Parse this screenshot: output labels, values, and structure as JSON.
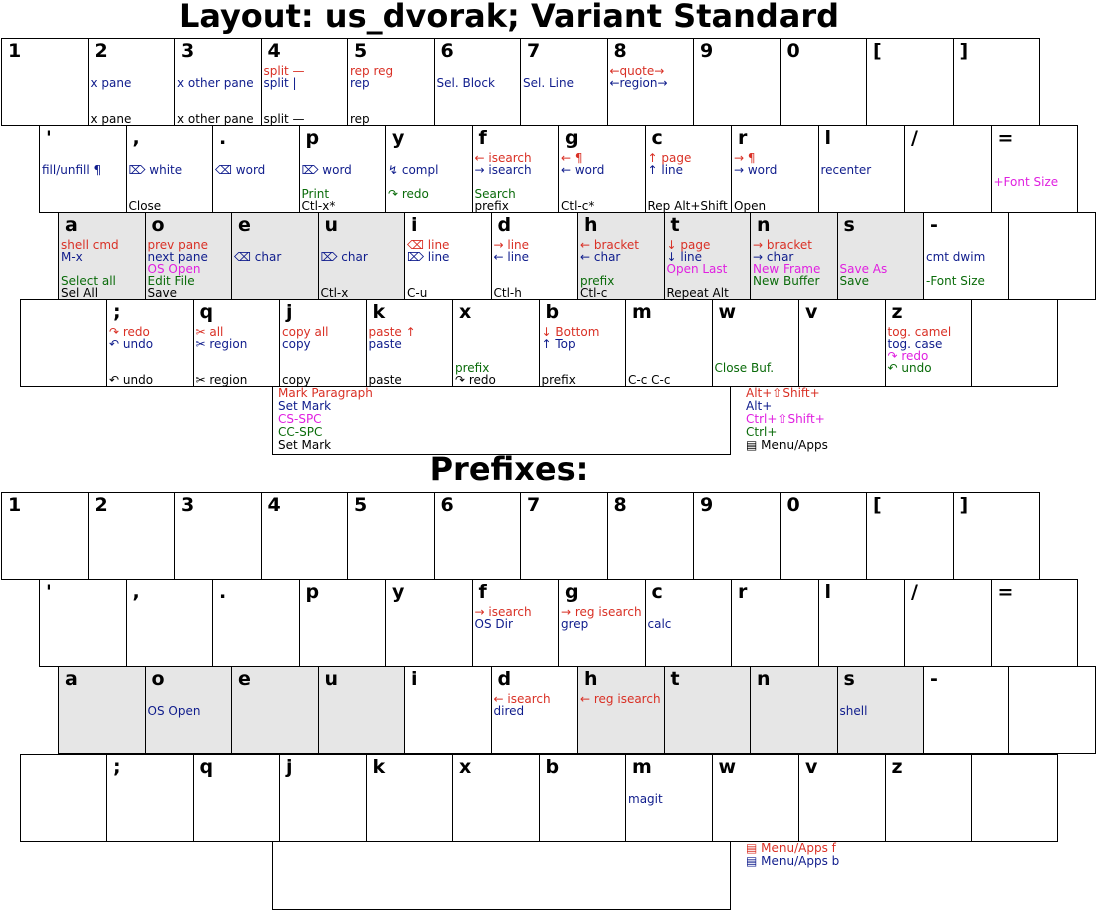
{
  "title": "Layout: us_dvorak; Variant Standard",
  "prefixes_title": "Prefixes:",
  "colors": {
    "red": "#d93025",
    "blue": "#0f1c8c",
    "magenta": "#e020e0",
    "green": "#0a6b0a",
    "black": "#000000",
    "shade": "#e6e6e6"
  },
  "main": {
    "row1": [
      {
        "k": "1",
        "ann": []
      },
      {
        "k": "2",
        "ann": [
          {
            "t": "x pane",
            "c": "blue",
            "y": 1
          },
          {
            "t": "x pane",
            "c": "black",
            "y": 4
          }
        ]
      },
      {
        "k": "3",
        "ann": [
          {
            "t": "x other pane",
            "c": "blue",
            "y": 1
          },
          {
            "t": "x other pane",
            "c": "black",
            "y": 4
          }
        ]
      },
      {
        "k": "4",
        "ann": [
          {
            "t": "split —",
            "c": "red",
            "y": 0
          },
          {
            "t": "split |",
            "c": "blue",
            "y": 1
          },
          {
            "t": "split —",
            "c": "black",
            "y": 4
          }
        ]
      },
      {
        "k": "5",
        "ann": [
          {
            "t": "rep reg",
            "c": "red",
            "y": 0
          },
          {
            "t": "rep",
            "c": "blue",
            "y": 1
          },
          {
            "t": "rep",
            "c": "black",
            "y": 4
          }
        ]
      },
      {
        "k": "6",
        "ann": [
          {
            "t": "Sel. Block",
            "c": "blue",
            "y": 1
          }
        ]
      },
      {
        "k": "7",
        "ann": [
          {
            "t": "Sel. Line",
            "c": "blue",
            "y": 1
          }
        ]
      },
      {
        "k": "8",
        "ann": [
          {
            "t": "←quote→",
            "c": "red",
            "y": 0
          },
          {
            "t": "←region→",
            "c": "blue",
            "y": 1
          }
        ]
      },
      {
        "k": "9",
        "ann": []
      },
      {
        "k": "0",
        "ann": []
      },
      {
        "k": "[",
        "ann": []
      },
      {
        "k": "]",
        "ann": []
      }
    ],
    "row2": [
      {
        "k": "'",
        "ann": [
          {
            "t": "fill/unfill ¶",
            "c": "blue",
            "y": 1
          }
        ]
      },
      {
        "k": ",",
        "ann": [
          {
            "t": "⌦ white",
            "c": "blue",
            "y": 1
          },
          {
            "t": "Close",
            "c": "black",
            "y": 4
          }
        ]
      },
      {
        "k": ".",
        "ann": [
          {
            "t": "⌫ word",
            "c": "blue",
            "y": 1
          }
        ]
      },
      {
        "k": "p",
        "ann": [
          {
            "t": "⌦ word",
            "c": "blue",
            "y": 1
          },
          {
            "t": "Print",
            "c": "green",
            "y": 3
          },
          {
            "t": "Ctl-x*",
            "c": "black",
            "y": 4
          }
        ]
      },
      {
        "k": "y",
        "ann": [
          {
            "t": "↯ compl",
            "c": "blue",
            "y": 1
          },
          {
            "t": "↷ redo",
            "c": "green",
            "y": 3
          }
        ]
      },
      {
        "k": "f",
        "ann": [
          {
            "t": "← isearch",
            "c": "red",
            "y": 0
          },
          {
            "t": "→ isearch",
            "c": "blue",
            "y": 1
          },
          {
            "t": "Search",
            "c": "green",
            "y": 3
          },
          {
            "t": "prefix",
            "c": "black",
            "y": 4
          }
        ]
      },
      {
        "k": "g",
        "ann": [
          {
            "t": "← ¶",
            "c": "red",
            "y": 0
          },
          {
            "t": "← word",
            "c": "blue",
            "y": 1
          },
          {
            "t": "Ctl-c*",
            "c": "black",
            "y": 4
          }
        ]
      },
      {
        "k": "c",
        "ann": [
          {
            "t": "↑ page",
            "c": "red",
            "y": 0
          },
          {
            "t": "↑ line",
            "c": "blue",
            "y": 1
          },
          {
            "t": "Rep Alt+Shift",
            "c": "black",
            "y": 4
          }
        ]
      },
      {
        "k": "r",
        "ann": [
          {
            "t": "→ ¶",
            "c": "red",
            "y": 0
          },
          {
            "t": "→ word",
            "c": "blue",
            "y": 1
          },
          {
            "t": "Open",
            "c": "black",
            "y": 4
          }
        ]
      },
      {
        "k": "l",
        "ann": [
          {
            "t": "recenter",
            "c": "blue",
            "y": 1
          }
        ]
      },
      {
        "k": "/",
        "ann": []
      },
      {
        "k": "=",
        "ann": [
          {
            "t": "+Font Size",
            "c": "mag",
            "y": 2
          }
        ]
      }
    ],
    "row3": [
      {
        "k": "a",
        "shade": true,
        "ann": [
          {
            "t": "shell cmd",
            "c": "red",
            "y": 0
          },
          {
            "t": "M-x",
            "c": "blue",
            "y": 1
          },
          {
            "t": "Select all",
            "c": "green",
            "y": 3
          },
          {
            "t": "Sel All",
            "c": "black",
            "y": 4
          }
        ]
      },
      {
        "k": "o",
        "shade": true,
        "ann": [
          {
            "t": "prev pane",
            "c": "red",
            "y": 0
          },
          {
            "t": "next pane",
            "c": "blue",
            "y": 1
          },
          {
            "t": "OS Open",
            "c": "mag",
            "y": 2
          },
          {
            "t": "Edit File",
            "c": "green",
            "y": 3
          },
          {
            "t": "Save",
            "c": "black",
            "y": 4
          }
        ]
      },
      {
        "k": "e",
        "shade": true,
        "ann": [
          {
            "t": "⌫ char",
            "c": "blue",
            "y": 1
          }
        ]
      },
      {
        "k": "u",
        "shade": true,
        "ann": [
          {
            "t": "⌦ char",
            "c": "blue",
            "y": 1
          },
          {
            "t": "Ctl-x",
            "c": "black",
            "y": 4
          }
        ]
      },
      {
        "k": "i",
        "shade": false,
        "ann": [
          {
            "t": "⌫ line",
            "c": "red",
            "y": 0
          },
          {
            "t": "⌦ line",
            "c": "blue",
            "y": 1
          },
          {
            "t": "C-u",
            "c": "black",
            "y": 4
          }
        ]
      },
      {
        "k": "d",
        "shade": false,
        "ann": [
          {
            "t": "→ line",
            "c": "red",
            "y": 0
          },
          {
            "t": "← line",
            "c": "blue",
            "y": 1
          },
          {
            "t": "Ctl-h",
            "c": "black",
            "y": 4
          }
        ]
      },
      {
        "k": "h",
        "shade": true,
        "ann": [
          {
            "t": "← bracket",
            "c": "red",
            "y": 0
          },
          {
            "t": "← char",
            "c": "blue",
            "y": 1
          },
          {
            "t": "prefix",
            "c": "green",
            "y": 3
          },
          {
            "t": "Ctl-c",
            "c": "black",
            "y": 4
          }
        ]
      },
      {
        "k": "t",
        "shade": true,
        "ann": [
          {
            "t": "↓ page",
            "c": "red",
            "y": 0
          },
          {
            "t": "↓ line",
            "c": "blue",
            "y": 1
          },
          {
            "t": "Open Last",
            "c": "mag",
            "y": 2
          },
          {
            "t": "Repeat Alt",
            "c": "black",
            "y": 4
          }
        ]
      },
      {
        "k": "n",
        "shade": true,
        "ann": [
          {
            "t": "→ bracket",
            "c": "red",
            "y": 0
          },
          {
            "t": "→ char",
            "c": "blue",
            "y": 1
          },
          {
            "t": "New Frame",
            "c": "mag",
            "y": 2
          },
          {
            "t": "New Buffer",
            "c": "green",
            "y": 3
          }
        ]
      },
      {
        "k": "s",
        "shade": true,
        "ann": [
          {
            "t": "Save As",
            "c": "mag",
            "y": 2
          },
          {
            "t": "Save",
            "c": "green",
            "y": 3
          }
        ]
      },
      {
        "k": "-",
        "shade": false,
        "ann": [
          {
            "t": "cmt dwim",
            "c": "blue",
            "y": 1
          },
          {
            "t": "-Font Size",
            "c": "green",
            "y": 3
          }
        ]
      }
    ],
    "row4": [
      {
        "k": ";",
        "ann": [
          {
            "t": "↷ redo",
            "c": "red",
            "y": 0
          },
          {
            "t": "↶ undo",
            "c": "blue",
            "y": 1
          },
          {
            "t": "↶ undo",
            "c": "black",
            "y": 4
          }
        ]
      },
      {
        "k": "q",
        "ann": [
          {
            "t": "✂ all",
            "c": "red",
            "y": 0
          },
          {
            "t": "✂ region",
            "c": "blue",
            "y": 1
          },
          {
            "t": "✂ region",
            "c": "black",
            "y": 4
          }
        ]
      },
      {
        "k": "j",
        "ann": [
          {
            "t": "copy all",
            "c": "red",
            "y": 0
          },
          {
            "t": "copy",
            "c": "blue",
            "y": 1
          },
          {
            "t": "copy",
            "c": "black",
            "y": 4
          }
        ]
      },
      {
        "k": "k",
        "ann": [
          {
            "t": "paste ↑",
            "c": "red",
            "y": 0
          },
          {
            "t": "paste",
            "c": "blue",
            "y": 1
          },
          {
            "t": "paste",
            "c": "black",
            "y": 4
          }
        ]
      },
      {
        "k": "x",
        "ann": [
          {
            "t": "prefix",
            "c": "green",
            "y": 3
          },
          {
            "t": "↷ redo",
            "c": "black",
            "y": 4
          }
        ]
      },
      {
        "k": "b",
        "ann": [
          {
            "t": "↓ Bottom",
            "c": "red",
            "y": 0
          },
          {
            "t": "↑ Top",
            "c": "blue",
            "y": 1
          },
          {
            "t": "prefix",
            "c": "black",
            "y": 4
          }
        ]
      },
      {
        "k": "m",
        "ann": [
          {
            "t": "C-c C-c",
            "c": "black",
            "y": 4
          }
        ]
      },
      {
        "k": "w",
        "ann": [
          {
            "t": "Close Buf.",
            "c": "green",
            "y": 3
          }
        ]
      },
      {
        "k": "v",
        "ann": []
      },
      {
        "k": "z",
        "ann": [
          {
            "t": "tog. camel",
            "c": "red",
            "y": 0
          },
          {
            "t": "tog. case",
            "c": "blue",
            "y": 1
          },
          {
            "t": "↷ redo",
            "c": "mag",
            "y": 2
          },
          {
            "t": "↶ undo",
            "c": "green",
            "y": 3
          }
        ]
      }
    ],
    "space": [
      {
        "t": "Mark Paragraph",
        "c": "red"
      },
      {
        "t": "Set Mark",
        "c": "blue"
      },
      {
        "t": "CS-SPC",
        "c": "mag"
      },
      {
        "t": "CC-SPC",
        "c": "green"
      },
      {
        "t": "Set Mark",
        "c": "black"
      }
    ],
    "legend": [
      {
        "t": "Alt+⇧Shift+",
        "c": "red"
      },
      {
        "t": "Alt+",
        "c": "blue"
      },
      {
        "t": "Ctrl+⇧Shift+",
        "c": "mag"
      },
      {
        "t": "Ctrl+",
        "c": "green"
      },
      {
        "t": "▤ Menu/Apps",
        "c": "black"
      }
    ]
  },
  "prefix": {
    "row1": [
      {
        "k": "1",
        "ann": []
      },
      {
        "k": "2",
        "ann": []
      },
      {
        "k": "3",
        "ann": []
      },
      {
        "k": "4",
        "ann": []
      },
      {
        "k": "5",
        "ann": []
      },
      {
        "k": "6",
        "ann": []
      },
      {
        "k": "7",
        "ann": []
      },
      {
        "k": "8",
        "ann": []
      },
      {
        "k": "9",
        "ann": []
      },
      {
        "k": "0",
        "ann": []
      },
      {
        "k": "[",
        "ann": []
      },
      {
        "k": "]",
        "ann": []
      }
    ],
    "row2": [
      {
        "k": "'",
        "ann": []
      },
      {
        "k": ",",
        "ann": []
      },
      {
        "k": ".",
        "ann": []
      },
      {
        "k": "p",
        "ann": []
      },
      {
        "k": "y",
        "ann": []
      },
      {
        "k": "f",
        "ann": [
          {
            "t": "→ isearch",
            "c": "red",
            "y": 0
          },
          {
            "t": "OS Dir",
            "c": "blue",
            "y": 1
          }
        ]
      },
      {
        "k": "g",
        "ann": [
          {
            "t": "→ reg isearch",
            "c": "red",
            "y": 0
          },
          {
            "t": "grep",
            "c": "blue",
            "y": 1
          }
        ]
      },
      {
        "k": "c",
        "ann": [
          {
            "t": "calc",
            "c": "blue",
            "y": 1
          }
        ]
      },
      {
        "k": "r",
        "ann": []
      },
      {
        "k": "l",
        "ann": []
      },
      {
        "k": "/",
        "ann": []
      },
      {
        "k": "=",
        "ann": []
      }
    ],
    "row3": [
      {
        "k": "a",
        "shade": true,
        "ann": []
      },
      {
        "k": "o",
        "shade": true,
        "ann": [
          {
            "t": "OS Open",
            "c": "blue",
            "y": 1
          }
        ]
      },
      {
        "k": "e",
        "shade": true,
        "ann": []
      },
      {
        "k": "u",
        "shade": true,
        "ann": []
      },
      {
        "k": "i",
        "shade": false,
        "ann": []
      },
      {
        "k": "d",
        "shade": false,
        "ann": [
          {
            "t": "← isearch",
            "c": "red",
            "y": 0
          },
          {
            "t": "dired",
            "c": "blue",
            "y": 1
          }
        ]
      },
      {
        "k": "h",
        "shade": true,
        "ann": [
          {
            "t": "← reg isearch",
            "c": "red",
            "y": 0
          }
        ]
      },
      {
        "k": "t",
        "shade": true,
        "ann": []
      },
      {
        "k": "n",
        "shade": true,
        "ann": []
      },
      {
        "k": "s",
        "shade": true,
        "ann": [
          {
            "t": "shell",
            "c": "blue",
            "y": 1
          }
        ]
      },
      {
        "k": "-",
        "shade": false,
        "ann": []
      }
    ],
    "row4": [
      {
        "k": ";",
        "ann": []
      },
      {
        "k": "q",
        "ann": []
      },
      {
        "k": "j",
        "ann": []
      },
      {
        "k": "k",
        "ann": []
      },
      {
        "k": "x",
        "ann": []
      },
      {
        "k": "b",
        "ann": []
      },
      {
        "k": "m",
        "ann": [
          {
            "t": "magit",
            "c": "blue",
            "y": 1
          }
        ]
      },
      {
        "k": "w",
        "ann": []
      },
      {
        "k": "v",
        "ann": []
      },
      {
        "k": "z",
        "ann": []
      }
    ],
    "legend": [
      {
        "t": "▤ Menu/Apps f",
        "c": "red"
      },
      {
        "t": "▤ Menu/Apps b",
        "c": "blue"
      }
    ]
  }
}
